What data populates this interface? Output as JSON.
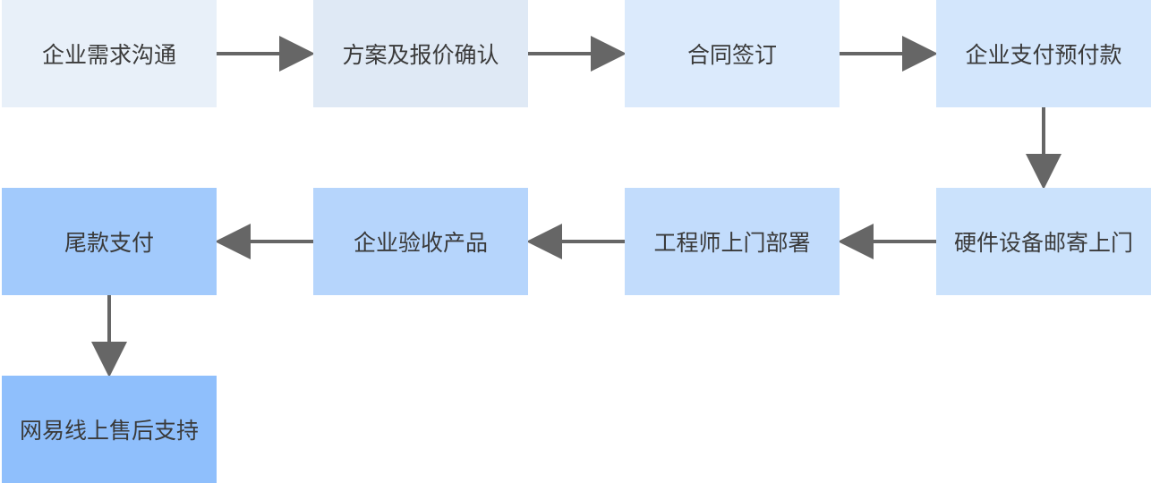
{
  "diagram": {
    "nodes": [
      {
        "id": "n1",
        "label": "企业需求沟通",
        "color": "#e8f0f9"
      },
      {
        "id": "n2",
        "label": "方案及报价确认",
        "color": "#dfe9f5"
      },
      {
        "id": "n3",
        "label": "合同签订",
        "color": "#dbeafc"
      },
      {
        "id": "n4",
        "label": "企业支付预付款",
        "color": "#d3e6fc"
      },
      {
        "id": "n5",
        "label": "硬件设备邮寄上门",
        "color": "#cbe2fc"
      },
      {
        "id": "n6",
        "label": "工程师上门部署",
        "color": "#c2dcfc"
      },
      {
        "id": "n7",
        "label": "企业验收产品",
        "color": "#b6d5fc"
      },
      {
        "id": "n8",
        "label": "尾款支付",
        "color": "#a2cafc"
      },
      {
        "id": "n9",
        "label": "网易线上售后支持",
        "color": "#8fbffc"
      }
    ],
    "edges": [
      {
        "from": "n1",
        "to": "n2"
      },
      {
        "from": "n2",
        "to": "n3"
      },
      {
        "from": "n3",
        "to": "n4"
      },
      {
        "from": "n4",
        "to": "n5"
      },
      {
        "from": "n5",
        "to": "n6"
      },
      {
        "from": "n6",
        "to": "n7"
      },
      {
        "from": "n7",
        "to": "n8"
      },
      {
        "from": "n8",
        "to": "n9"
      }
    ],
    "arrow_color": "#666666"
  }
}
